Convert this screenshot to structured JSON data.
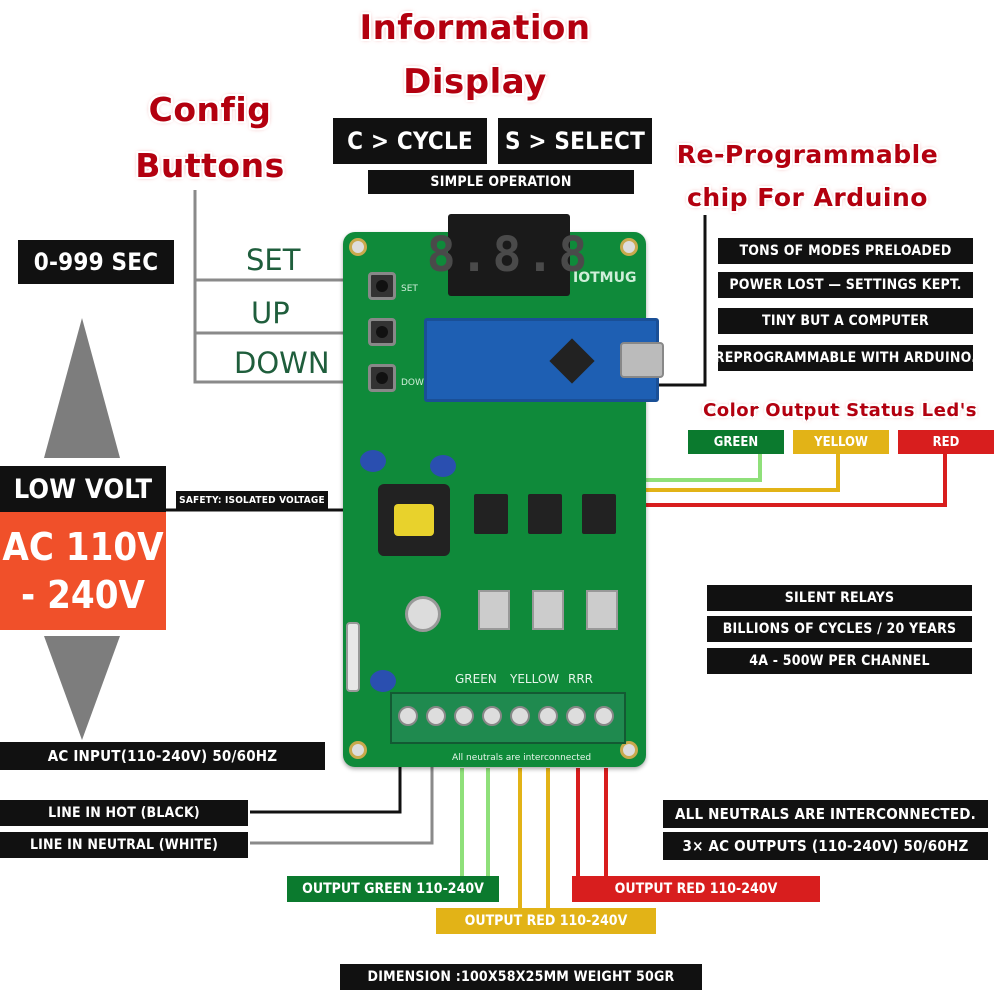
{
  "titles": {
    "info_display_line1": "Information",
    "info_display_line2": "Display",
    "config_line1": "Config",
    "config_line2": "Buttons",
    "reprog_line1": "Re-Programmable",
    "reprog_line2": "chip For Arduino",
    "color_output": "Color Output Status Led's"
  },
  "controls": {
    "cycle": "C > CYCLE",
    "select": "S > SELECT",
    "simple_operation": "SIMPLE OPERATION",
    "range": "0-999 SEC",
    "set": "SET",
    "up": "UP",
    "down": "DOWN"
  },
  "features_top": [
    "TONS OF MODES PRELOADED",
    "POWER LOST — SETTINGS KEPT.",
    "TINY BUT A COMPUTER",
    "REPROGRAMMABLE WITH ARDUINO."
  ],
  "led_colors": [
    {
      "label": "GREEN",
      "color": "#0b7a2e"
    },
    {
      "label": "YELLOW",
      "color": "#e2b317"
    },
    {
      "label": "RED",
      "color": "#d81e1e"
    }
  ],
  "voltage": {
    "low_volt": "LOW VOLT",
    "safety": "SAFETY: ISOLATED VOLTAGE",
    "ac_line1": "AC 110V",
    "ac_line2": "- 240V"
  },
  "relay_features": [
    "SILENT RELAYS",
    "BILLIONS OF CYCLES / 20 YEARS",
    "4A - 500W PER CHANNEL"
  ],
  "inputs": {
    "ac_input": "AC INPUT(110-240V) 50/60HZ",
    "line_hot": "LINE IN HOT (BLACK)",
    "line_neutral": "LINE IN NEUTRAL (WHITE)"
  },
  "outputs_info": {
    "neutrals": "ALL NEUTRALS ARE INTERCONNECTED.",
    "ac_outputs": "3× AC OUTPUTS (110-240V) 50/60HZ"
  },
  "output_labels": {
    "green": "OUTPUT  GREEN 110-240V",
    "yellow": "OUTPUT  RED 110-240V",
    "red": "OUTPUT  RED 110-240V"
  },
  "board": {
    "brand": "IOTMUG",
    "display": "8.8.8",
    "terminal_labels": [
      "GREEN",
      "YELLOW",
      "RRR"
    ],
    "neutral_note": "All neutrals are interconnected",
    "set_mark": "SET",
    "down_mark": "DOWN"
  },
  "dimension": "DIMENSION :100X58X25MM  WEIGHT 50GR",
  "colors": {
    "title_red": "#b3000f",
    "ac_orange": "#f0502a",
    "label_green": "#1f5e3c",
    "pcb_green": "#0f8a3a"
  }
}
